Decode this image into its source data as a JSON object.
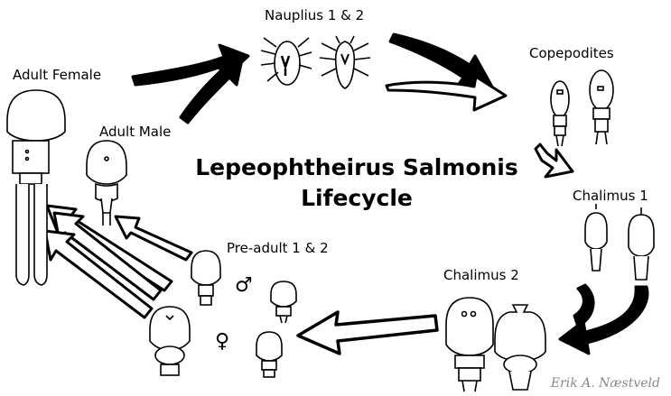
{
  "title": {
    "line1": "Lepeophtheirus Salmonis",
    "line2": "Lifecycle"
  },
  "stages": {
    "nauplius": "Nauplius 1 & 2",
    "copepodites": "Copepodites",
    "chalimus1": "Chalimus 1",
    "chalimus2": "Chalimus 2",
    "preadult": "Pre-adult 1 & 2",
    "adult_male": "Adult Male",
    "adult_female": "Adult Female"
  },
  "symbols": {
    "male": "♂",
    "female": "♀"
  },
  "signature": "Erik A. Næstveld",
  "colors": {
    "ink": "#000000",
    "background": "#ffffff",
    "signature": "#888888"
  }
}
